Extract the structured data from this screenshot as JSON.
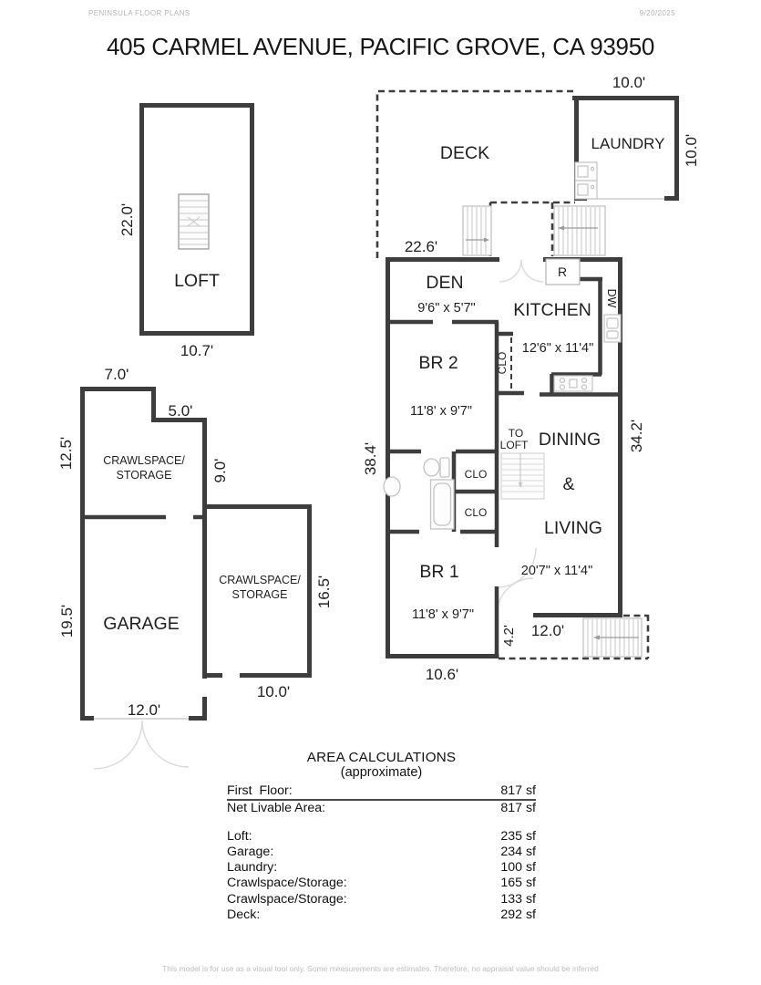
{
  "page": {
    "brand": "PENINSULA FLOOR PLANS",
    "date": "9/20/2025",
    "title": "405 CARMEL AVENUE, PACIFIC GROVE, CA  93950",
    "disclaimer": "This model is for use as a visual tool only. Some measurements are estimates. Therefore, no appraisal value should be inferred"
  },
  "loft": {
    "label": "LOFT",
    "height": "22.0'",
    "width": "10.7'"
  },
  "deck": {
    "label": "DECK",
    "width": "22.6'"
  },
  "laundry": {
    "label": "LAUNDRY",
    "width": "10.0'",
    "height": "10.0'"
  },
  "main": {
    "left_height": "38.4'",
    "right_height": "34.2'",
    "bottom_width": "10.6'",
    "porch_height": "4.2'",
    "porch_width": "12.0'",
    "den": {
      "label": "DEN",
      "dims": "9'6\" x 5'7\""
    },
    "kitchen": {
      "label": "KITCHEN",
      "dims": "12'6\" x 11'4\"",
      "fridge": "R",
      "dw": "DW"
    },
    "br2": {
      "label": "BR 2",
      "dims": "11'8' x 9'7\""
    },
    "br1": {
      "label": "BR 1",
      "dims": "11'8' x 9'7\""
    },
    "living": {
      "l1": "DINING",
      "l2": "&",
      "l3": "LIVING",
      "dims": "20'7\" x 11'4\""
    },
    "clo_side": "CLO",
    "clo_top": "CLO",
    "clo_bottom": "CLO",
    "to_loft_1": "TO",
    "to_loft_2": "LOFT"
  },
  "left_building": {
    "crawl1": {
      "l1": "CRAWLSPACE/",
      "l2": "STORAGE",
      "top": "7.0'",
      "step": "5.0'",
      "left": "12.5'",
      "right": "9.0'"
    },
    "garage": {
      "label": "GARAGE",
      "left": "19.5'",
      "bottom": "12.0'"
    },
    "crawl2": {
      "l1": "CRAWLSPACE/",
      "l2": "STORAGE",
      "right": "16.5'",
      "bottom": "10.0'"
    }
  },
  "area_calculations": {
    "title": "AREA CALCULATIONS",
    "subtitle": "(approximate)",
    "primary": [
      {
        "label": "First  Floor:",
        "value": "817 sf"
      },
      {
        "label": "Net Livable Area:",
        "value": "817 sf"
      }
    ],
    "details": [
      {
        "label": "Loft:",
        "value": "235 sf"
      },
      {
        "label": "Garage:",
        "value": "234 sf"
      },
      {
        "label": "Laundry:",
        "value": "100 sf"
      },
      {
        "label": "Crawlspace/Storage:",
        "value": "165 sf"
      },
      {
        "label": "Crawlspace/Storage:",
        "value": "133 sf"
      },
      {
        "label": "Deck:",
        "value": "292 sf"
      }
    ]
  },
  "colors": {
    "wall": "#3d3d3d",
    "stair_line": "#c9c9c9",
    "fixture_line": "#c3c3c3",
    "door_arc": "#dadada",
    "text": "#1f1f1f",
    "muted": "#b3b3b3"
  }
}
